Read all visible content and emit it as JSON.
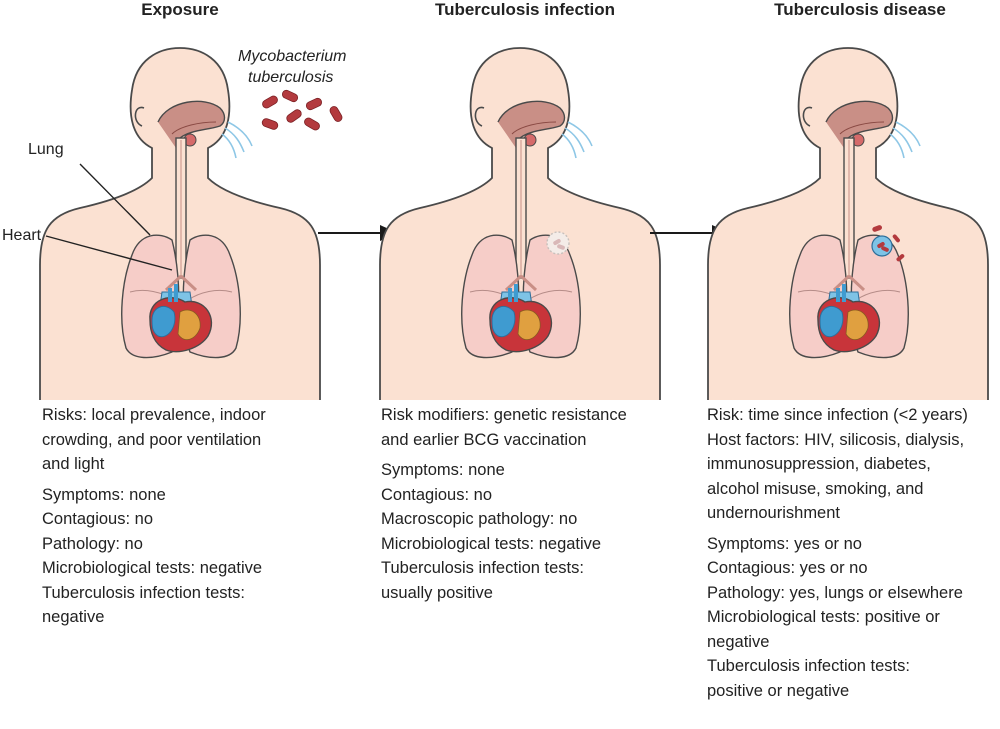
{
  "stages": [
    {
      "title": "Exposure",
      "groups": [
        [
          "Risks: local prevalence, indoor",
          "crowding, and poor ventilation",
          "and light"
        ],
        [
          "Symptoms: none",
          "Contagious: no",
          "Pathology: no",
          "Microbiological tests: negative",
          "Tuberculosis infection tests:",
          "negative"
        ]
      ]
    },
    {
      "title": "Tuberculosis infection",
      "groups": [
        [
          "Risk modifiers: genetic resistance",
          "and earlier BCG vaccination"
        ],
        [
          "Symptoms: none",
          "Contagious: no",
          "Macroscopic pathology: no",
          "Microbiological tests: negative",
          "Tuberculosis infection tests:",
          "usually positive"
        ]
      ]
    },
    {
      "title": "Tuberculosis disease",
      "groups": [
        [
          "Risk: time since infection (<2 years)",
          "Host factors: HIV, silicosis, dialysis,",
          "immunosuppression, diabetes,",
          "alcohol misuse, smoking, and",
          "undernourishment"
        ],
        [
          "Symptoms: yes or no",
          "Contagious: yes or no",
          "Pathology: yes, lungs or elsewhere",
          "Microbiological tests: positive or",
          "negative",
          "Tuberculosis infection tests:",
          "positive or negative"
        ]
      ]
    }
  ],
  "labels": {
    "lung": "Lung",
    "heart": "Heart",
    "bacterium_line1": "Mycobacterium",
    "bacterium_line2": "tuberculosis"
  },
  "colors": {
    "skin": "#fbe1d2",
    "outline": "#4a4a4a",
    "lung": "#f6cdc8",
    "airway": "#c98f86",
    "bacteria": "#b33a3e",
    "heart_red": "#c8343a",
    "heart_blue": "#3f9bd0",
    "arrow": "#1a1a1a"
  }
}
